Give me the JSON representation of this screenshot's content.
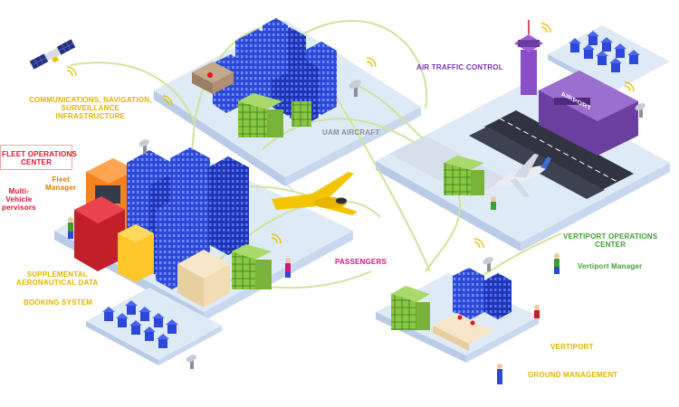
{
  "labels": {
    "cns": [
      "COMMUNICATIONS, NAVIGATION,",
      "SURVEILLANCE",
      "INFRASTRUCTURE"
    ],
    "air_traffic_control": "AIR TRAFFIC CONTROL",
    "uam_aircraft": "UAM AIRCRAFT",
    "fleet_ops": [
      "FLEET OPERATIONS",
      "CENTER"
    ],
    "fleet_manager": [
      "Fleet",
      "Manager"
    ],
    "multi_vehicle": [
      "Multi-",
      "Vehicle",
      "pervisors"
    ],
    "passengers": "PASSENGERS",
    "supplemental": [
      "SUPPLEMENTAL",
      "AERONAUTICAL DATA"
    ],
    "booking_system": "BOOKING SYSTEM",
    "vertiport_ops": [
      "VERTIPORT OPERATIONS",
      "CENTER"
    ],
    "vertiport_manager": "Vertiport Manager",
    "vertiport": "VERTIPORT",
    "ground_management": "GROUND MANAGEMENT",
    "airport_sign": "AIRPORT"
  },
  "colors": {
    "yellow": "#e0b400",
    "purple": "#7d2fb8",
    "red": "#e3122b",
    "gray": "#8a8f98",
    "green": "#3aa12e",
    "magenta": "#d6127a",
    "link_lines": "#cfe49a",
    "platform": "#dfeaf7",
    "building_blue": "#2d48d6",
    "vertiport_green": "#8cc63f"
  },
  "icons": [
    "satellite-icon",
    "antenna-icon",
    "aircraft-icon",
    "airplane-icon",
    "person-icon",
    "wifi-icon",
    "control-tower-icon"
  ]
}
